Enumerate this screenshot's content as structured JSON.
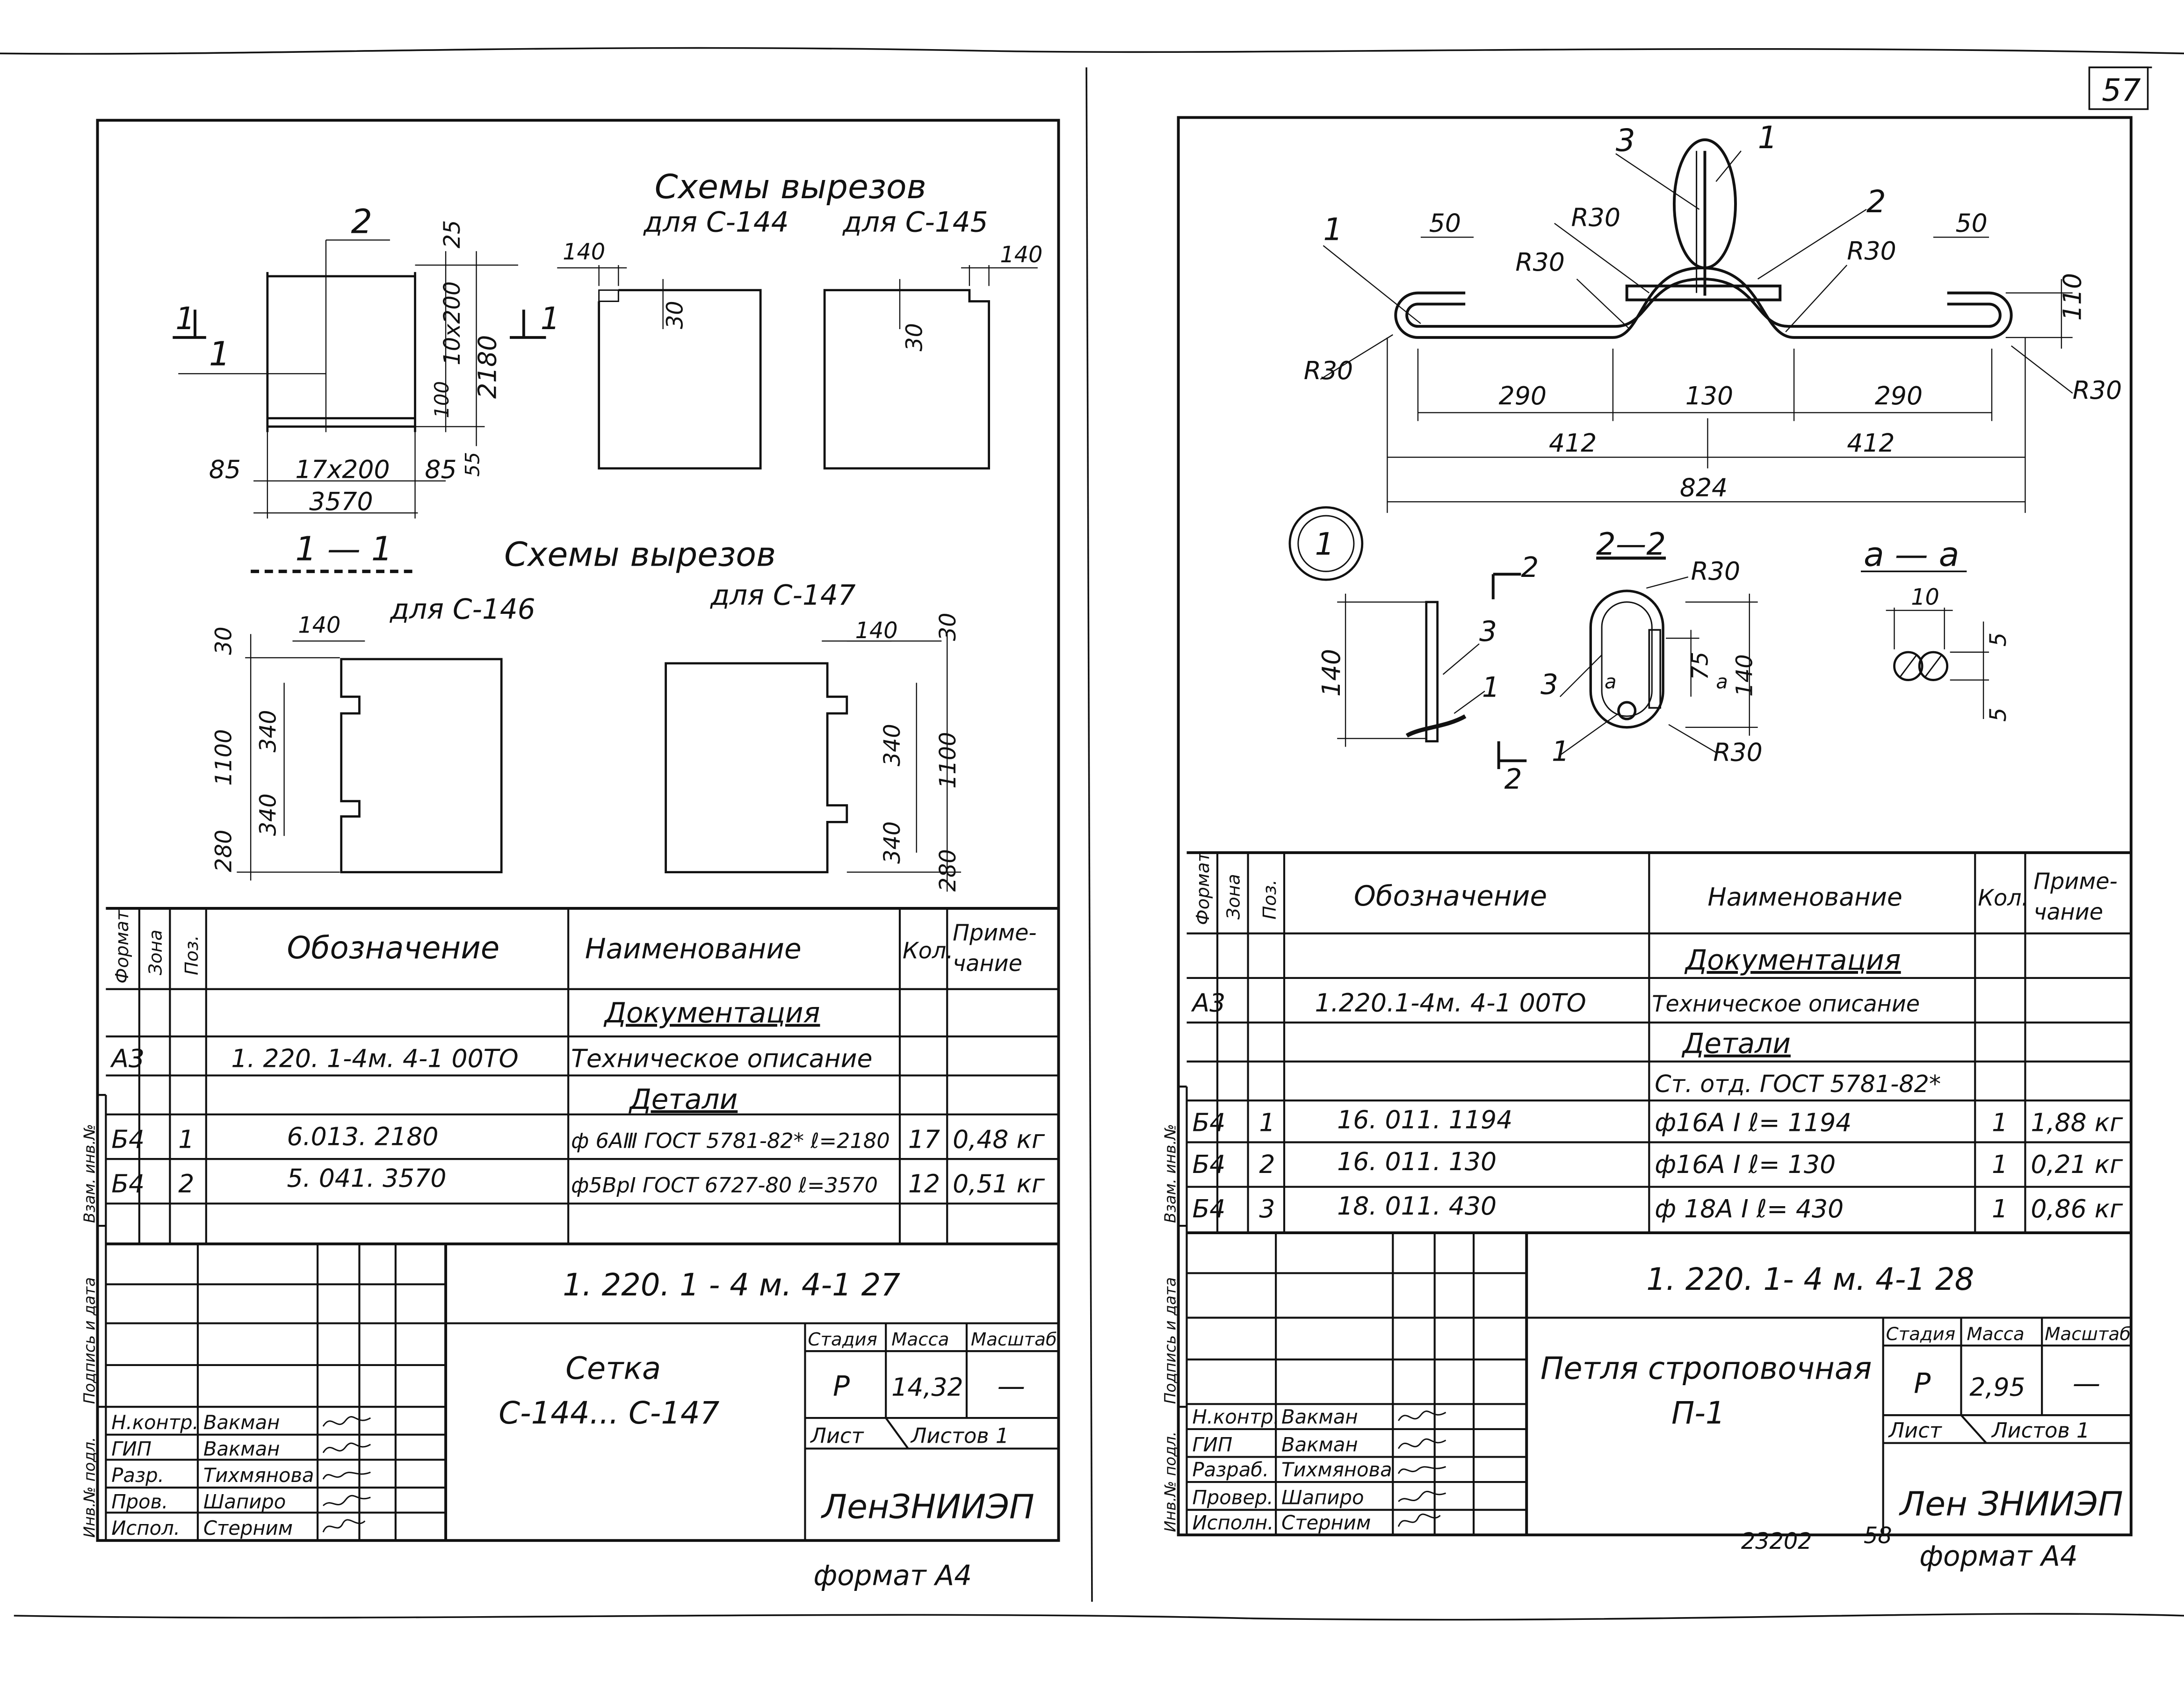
{
  "page_number": "57",
  "sheet_footer_number": "23202",
  "sheet_footer_number2": "58",
  "left": {
    "title1": "Схемы вырезов",
    "title1_sub_a": "для С-144",
    "title1_sub_b": "для С-145",
    "title2": "Схемы вырезов",
    "title2_sub_a": "для С-146",
    "title2_sub_b": "для С-147",
    "section": "1 — 1",
    "mesh_dims": {
      "pos2": "2",
      "pos1": "1",
      "sec_mark": "1",
      "d25": "25",
      "d10x200": "10x200",
      "d2180": "2180",
      "d100": "100",
      "d55": "55",
      "d85a": "85",
      "d17x200": "17x200",
      "d85b": "85",
      "d3570": "3570"
    },
    "cut_dims": {
      "d140a": "140",
      "d30a": "30",
      "d30b": "30",
      "d140b": "140",
      "d30c": "30",
      "d140c": "140",
      "d340a": "340",
      "d1100a": "1100",
      "d340b": "340",
      "d280a": "280",
      "d140d": "140",
      "d30d": "30",
      "d340c": "340",
      "d1100b": "1100",
      "d340d": "340",
      "d280b": "280"
    },
    "spec": {
      "headers": [
        "Формат",
        "Зона",
        "Поз.",
        "Обозначение",
        "Наименование",
        "Кол.",
        "Приме-",
        "чание"
      ],
      "rows": [
        {
          "format": "",
          "pos": "",
          "designation": "",
          "name": "Документация",
          "qty": "",
          "note": ""
        },
        {
          "format": "А3",
          "pos": "",
          "designation": "1. 220. 1-4м. 4-1 00ТО",
          "name": "Техническое описание",
          "qty": "",
          "note": ""
        },
        {
          "format": "",
          "pos": "",
          "designation": "",
          "name": "Детали",
          "qty": "",
          "note": ""
        },
        {
          "format": "Б4",
          "pos": "1",
          "designation": "6.013. 2180",
          "name": "ф 6АⅢ ГОСТ 5781-82* ℓ=2180",
          "qty": "17",
          "note": "0,48 кг"
        },
        {
          "format": "Б4",
          "pos": "2",
          "designation": "5. 041. 3570",
          "name": "ф5ВрI ГОСТ 6727-80 ℓ=3570",
          "qty": "12",
          "note": "0,51 кг"
        }
      ]
    },
    "title_block": {
      "doc_code": "1. 220. 1 - 4 м.   4-1      27",
      "name_line1": "Сетка",
      "name_line2": "С-144... С-147",
      "col_stage": "Стадия",
      "col_mass": "Масса",
      "col_scale": "Масштаб",
      "stage": "Р",
      "mass": "14,32",
      "scale": "—",
      "sheet": "Лист",
      "sheets": "Листов 1",
      "org": "ЛенЗНИИЭП",
      "people": [
        {
          "role": "Н.контр.",
          "name": "Вакман"
        },
        {
          "role": "ГИП",
          "name": "Вакман"
        },
        {
          "role": "Разр.",
          "name": "Тихмянова"
        },
        {
          "role": "Пров.",
          "name": "Шапиро"
        },
        {
          "role": "Испол.",
          "name": "Стерним"
        }
      ]
    },
    "side_labels": [
      "Инв.№ подл.",
      "Подпись и дата",
      "Взам. инв.№"
    ],
    "format": "формат А4"
  },
  "right": {
    "dims": {
      "p3": "3",
      "p1a": "1",
      "p1b": "1",
      "p2": "2",
      "d50a": "50",
      "r30a": "R30",
      "r30b": "R30",
      "r30c": "R30",
      "d50b": "50",
      "d110": "110",
      "r30d": "R30",
      "r30e": "R30",
      "d290a": "290",
      "d130": "130",
      "d290b": "290",
      "d412a": "412",
      "d412b": "412",
      "d824": "824"
    },
    "node_mark": "1",
    "node": {
      "sec2": "2",
      "d140": "140",
      "p3": "3",
      "p1": "1",
      "sec2b": "2"
    },
    "sec22": {
      "title": "2—2",
      "r30a": "R30",
      "p3": "3",
      "a_label": "а",
      "d75": "75",
      "d140": "140",
      "p1": "1",
      "r30b": "R30"
    },
    "secaa": {
      "title": "а — а",
      "d10": "10",
      "d5a": "5",
      "d5b": "5"
    },
    "spec": {
      "headers": [
        "Формат",
        "Зона",
        "Поз.",
        "Обозначение",
        "Наименование",
        "Кол.",
        "Приме-",
        "чание"
      ],
      "rows": [
        {
          "format": "",
          "pos": "",
          "designation": "",
          "name": "Документация",
          "qty": "",
          "note": ""
        },
        {
          "format": "А3",
          "pos": "",
          "designation": "1.220.1-4м. 4-1 00ТО",
          "name": "Техническое описание",
          "qty": "",
          "note": ""
        },
        {
          "format": "",
          "pos": "",
          "designation": "",
          "name": "Детали",
          "qty": "",
          "note": ""
        },
        {
          "format": "",
          "pos": "",
          "designation": "",
          "name": "Ст. отд. ГОСТ 5781-82*",
          "qty": "",
          "note": ""
        },
        {
          "format": "Б4",
          "pos": "1",
          "designation": "16. 011. 1194",
          "name": "ф16А I  ℓ= 1194",
          "qty": "1",
          "note": "1,88 кг"
        },
        {
          "format": "Б4",
          "pos": "2",
          "designation": "16. 011. 130",
          "name": "ф16А I  ℓ= 130",
          "qty": "1",
          "note": "0,21 кг"
        },
        {
          "format": "Б4",
          "pos": "3",
          "designation": "18. 011. 430",
          "name": "ф 18А I  ℓ= 430",
          "qty": "1",
          "note": "0,86 кг"
        }
      ]
    },
    "title_block": {
      "doc_code": "1. 220. 1- 4 м.  4-1  28",
      "name_line1": "Петля строповочная",
      "name_line2": "П-1",
      "col_stage": "Стадия",
      "col_mass": "Масса",
      "col_scale": "Масштаб",
      "stage": "Р",
      "mass": "2,95",
      "scale": "—",
      "sheet": "Лист",
      "sheets": "Листов 1",
      "org": "Лен ЗНИИЭП",
      "people": [
        {
          "role": "Н.контр.",
          "name": "Вакман"
        },
        {
          "role": "ГИП",
          "name": "Вакман"
        },
        {
          "role": "Разраб.",
          "name": "Тихмянова"
        },
        {
          "role": "Провер.",
          "name": "Шапиро"
        },
        {
          "role": "Исполн.",
          "name": "Стерним"
        }
      ]
    },
    "side_labels": [
      "Инв.№ подл.",
      "Подпись и дата",
      "Взам. инв.№"
    ],
    "format": "формат А4"
  }
}
